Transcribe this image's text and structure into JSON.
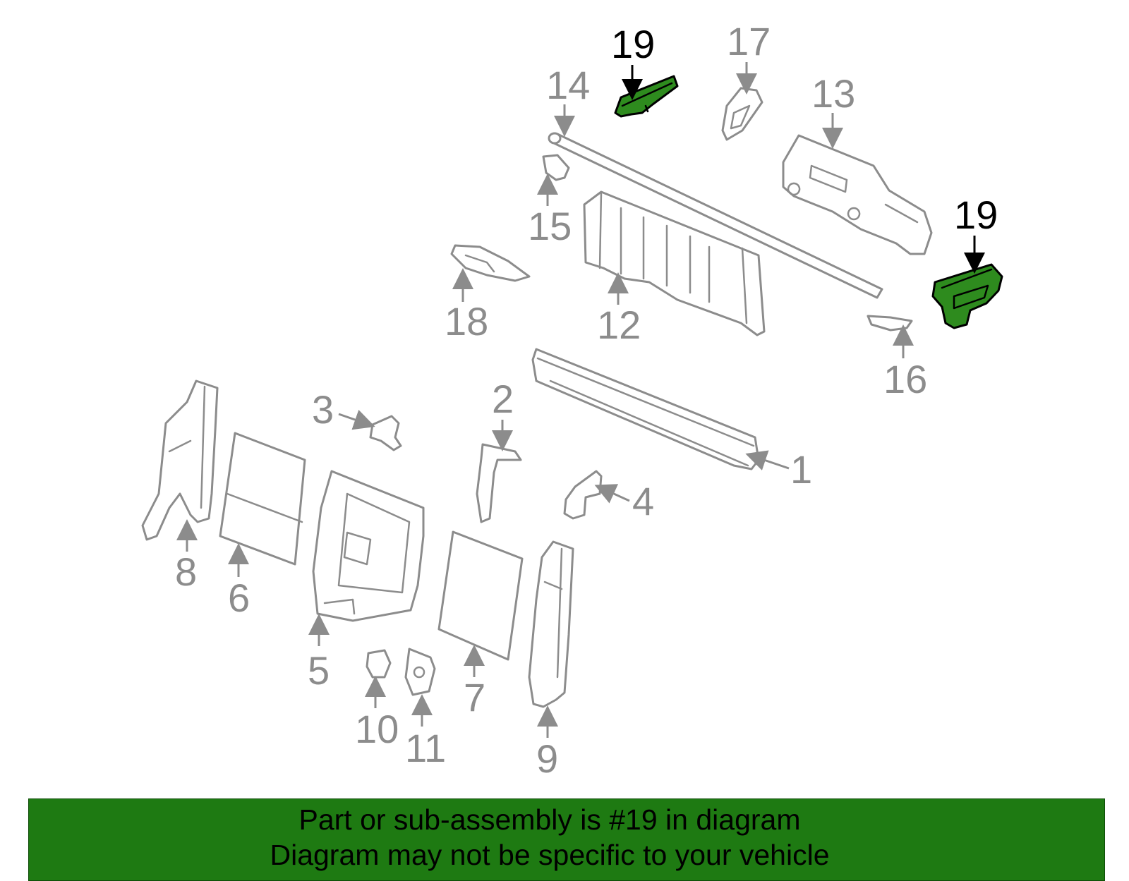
{
  "callouts": {
    "c1": "1",
    "c2": "2",
    "c3": "3",
    "c4": "4",
    "c5": "5",
    "c6": "6",
    "c7": "7",
    "c8": "8",
    "c9": "9",
    "c10": "10",
    "c11": "11",
    "c12": "12",
    "c13": "13",
    "c14": "14",
    "c15": "15",
    "c16": "16",
    "c17": "17",
    "c18": "18",
    "c19a": "19",
    "c19b": "19"
  },
  "highlighted_part": "19",
  "colors": {
    "highlight": "#2e8b1e",
    "banner": "#1e7a12",
    "line_art": "#8c8c8c"
  },
  "banner": {
    "line1": "Part or sub-assembly is #19 in diagram",
    "line2": "Diagram may not be specific to your vehicle"
  }
}
